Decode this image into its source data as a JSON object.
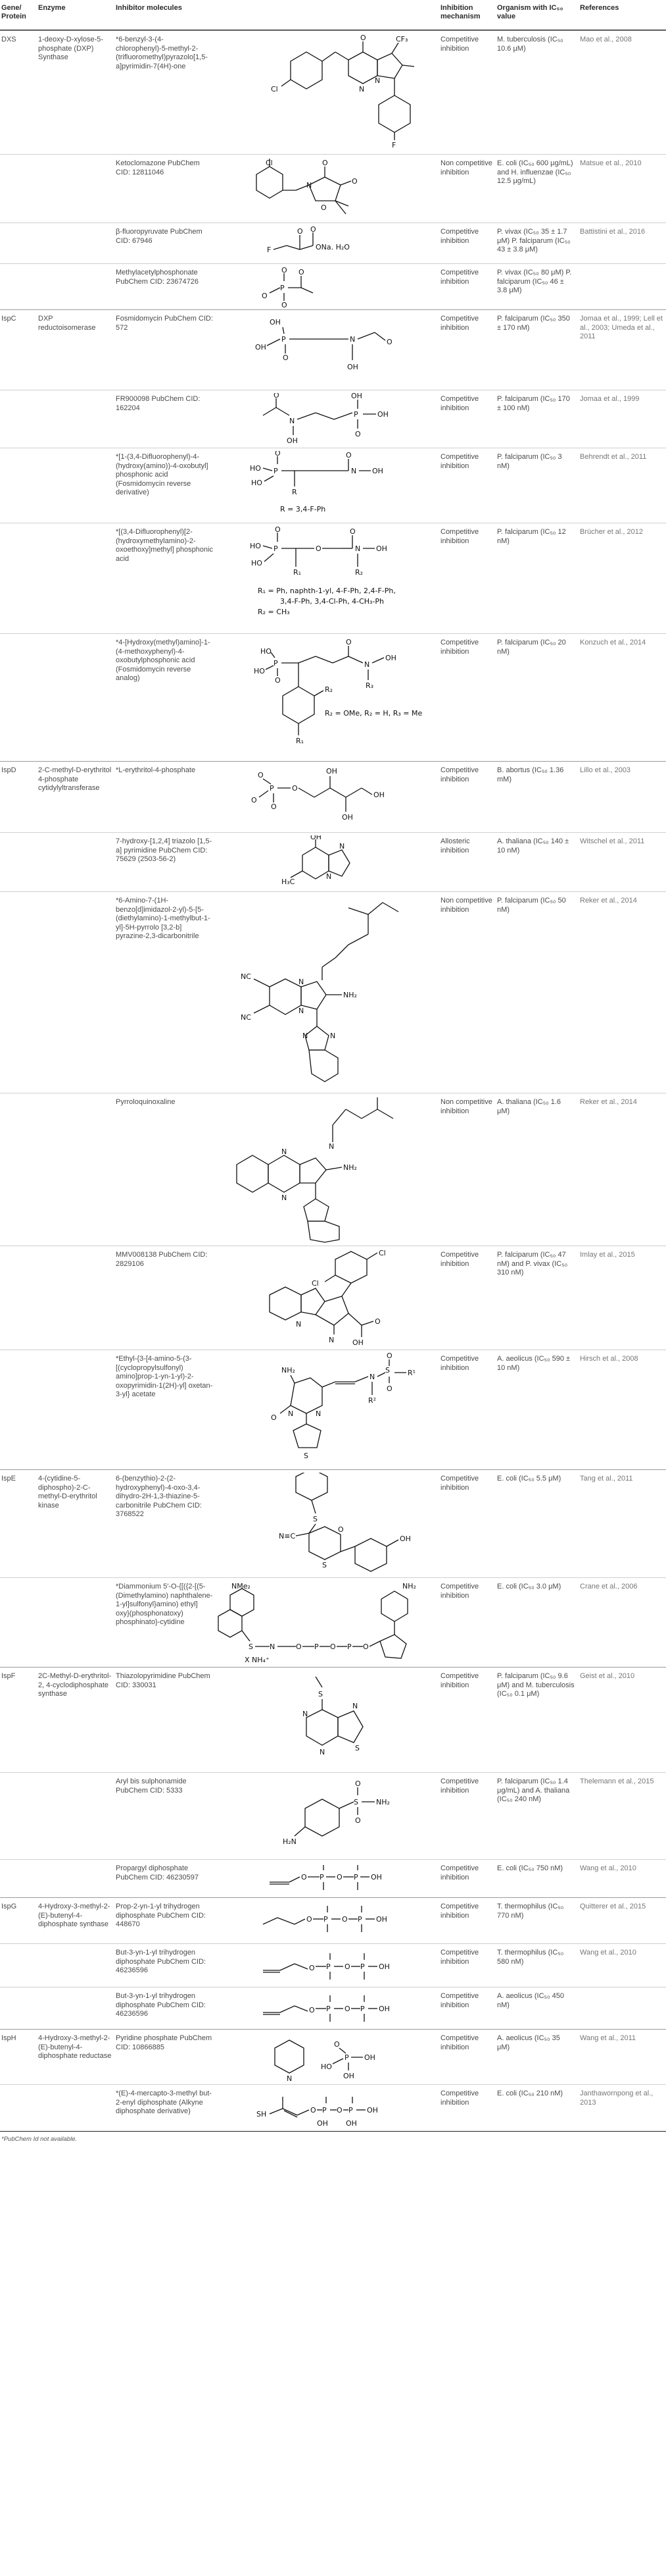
{
  "headers": {
    "gene": "Gene/ Protein",
    "enzyme": "Enzyme",
    "inhibitor": "Inhibitor molecules",
    "mechanism": "Inhibition mechanism",
    "organism": "Organism with IC₅₀ value",
    "references": "References"
  },
  "rows": [
    {
      "gene": "DXS",
      "enzyme": "1-deoxy-D-xylose-5-phosphate (DXP) Synthase",
      "inhibitor": "*6-benzyl-3-(4-chlorophenyl)-5-methyl-2-(trifluoromethyl)pyrazolo[1,5-a]pyrimidin-7(4H)-one",
      "mechanism": "Competitive inhibition",
      "organism": "M. tuberculosis (IC₅₀ 10.6 μM)",
      "reference": "Mao et al., 2008"
    },
    {
      "gene": "",
      "enzyme": "",
      "inhibitor": "Ketoclomazone PubChem CID: 12811046",
      "mechanism": "Non competitive inhibition",
      "organism": "E. coli (IC₅₀ 600 μg/mL) and H. influenzae (IC₅₀ 12.5 μg/mL)",
      "reference": "Matsue et al., 2010"
    },
    {
      "gene": "",
      "enzyme": "",
      "inhibitor": "β-fluoropyruvate PubChem CID: 67946",
      "mechanism": "Competitive inhibition",
      "organism": "P. vivax (IC₅₀ 35 ± 1.7 μM) P. falciparum (IC₅₀ 43 ± 3.8 μM)",
      "reference": "Battistini et al., 2016"
    },
    {
      "gene": "",
      "enzyme": "",
      "inhibitor": "Methylacetylphosphonate PubChem CID: 23674726",
      "mechanism": "Competitive inhibition",
      "organism": "P. vivax (IC₅₀ 80 μM) P. falciparum (IC₅₀ 46 ± 3.8 μM)",
      "reference": ""
    },
    {
      "gene": "IspC",
      "enzyme": "DXP reductoisomerase",
      "inhibitor": "Fosmidomycin PubChem CID: 572",
      "mechanism": "Competitive inhibition",
      "organism": "P. falciparum (IC₅₀ 350 ± 170 nM)",
      "reference": "Jomaa et al., 1999; Lell et al., 2003; Umeda et al., 2011"
    },
    {
      "gene": "",
      "enzyme": "",
      "inhibitor": "FR900098 PubChem CID: 162204",
      "mechanism": "Competitive inhibition",
      "organism": "P. falciparum (IC₅₀ 170 ± 100 nM)",
      "reference": "Jomaa et al., 1999"
    },
    {
      "gene": "",
      "enzyme": "",
      "inhibitor": "*[1-(3,4-Difluorophenyl)-4-(hydroxy(amino))-4-oxobutyl] phosphonic acid (Fosmidomycin reverse derivative)",
      "mechanism": "Competitive inhibition",
      "organism": "P. falciparum (IC₅₀ 3 nM)",
      "reference": "Behrendt et al., 2011"
    },
    {
      "gene": "",
      "enzyme": "",
      "inhibitor": "*[(3,4-Difluorophenyl)[2-(hydroxymethylamino)-2-oxoethoxy]methyl] phosphonic acid",
      "mechanism": "Competitive inhibition",
      "organism": "P. falciparum (IC₅₀ 12 nM)",
      "reference": "Brücher et al., 2012"
    },
    {
      "gene": "",
      "enzyme": "",
      "inhibitor": "*4-[Hydroxy(methyl)amino]-1-(4-methoxyphenyl)-4-oxobutylphosphonic acid (Fosmidomycin reverse analog)",
      "mechanism": "Competitive inhibition",
      "organism": "P. falciparum (IC₅₀ 20 nM)",
      "reference": "Konzuch et al., 2014"
    },
    {
      "gene": "IspD",
      "enzyme": "2-C-methyl-D-erythritol 4-phosphate cytidylyltransferase",
      "inhibitor": "*L-erythritol-4-phosphate",
      "mechanism": "Competitive inhibition",
      "organism": "B. abortus (IC₅₀ 1.36 mM)",
      "reference": "Lillo et al., 2003"
    },
    {
      "gene": "",
      "enzyme": "",
      "inhibitor": "7-hydroxy-[1,2,4] triazolo [1,5-a] pyrimidine PubChem CID: 75629 (2503-56-2)",
      "mechanism": "Allosteric inhibition",
      "organism": "A. thaliana (IC₅₀ 140 ± 10 nM)",
      "reference": "Witschel et al., 2011"
    },
    {
      "gene": "",
      "enzyme": "",
      "inhibitor": "*6-Amino-7-(1H-benzo[d]imidazol-2-yl)-5-[5-(diethylamino)-1-methylbut-1-yl]-5H-pyrrolo [3,2-b] pyrazine-2,3-dicarbonitrile",
      "mechanism": "Non competitive inhibition",
      "organism": "P. falciparum (IC₅₀ 50 nM)",
      "reference": "Reker et al., 2014"
    },
    {
      "gene": "",
      "enzyme": "",
      "inhibitor": "Pyrroloquinoxaline",
      "mechanism": "Non competitive inhibition",
      "organism": "A. thaliana (IC₅₀ 1.6 μM)",
      "reference": "Reker et al., 2014"
    },
    {
      "gene": "",
      "enzyme": "",
      "inhibitor": "MMV008138 PubChem CID: 2829106",
      "mechanism": "Competitive inhibition",
      "organism": "P. falciparum (IC₅₀ 47 nM) and P. vivax (IC₅₀ 310 nM)",
      "reference": "Imlay et al., 2015"
    },
    {
      "gene": "",
      "enzyme": "",
      "inhibitor": "*Ethyl-{3-[4-amino-5-(3-[(cyclopropylsulfonyl) amino]prop-1-yn-1-yl)-2-oxopyrimidin-1(2H)-yl] oxetan-3-yl} acetate",
      "mechanism": "Competitive inhibition",
      "organism": "A. aeolicus (IC₅₀ 590 ± 10 nM)",
      "reference": "Hirsch et al., 2008"
    },
    {
      "gene": "IspE",
      "enzyme": "4-(cytidine-5-diphospho)-2-C-methyl-D-erythritol kinase",
      "inhibitor": "6-(benzythio)-2-(2-hydroxyphenyl)-4-oxo-3,4-dihydro-2H-1,3-thiazine-5-carbonitrile PubChem CID: 3768522",
      "mechanism": "Competitive inhibition",
      "organism": "E. coli (IC₅₀ 5.5 μM)",
      "reference": "Tang et al., 2011"
    },
    {
      "gene": "",
      "enzyme": "",
      "inhibitor": "*Diammonium 5′-O-{[({2-[(5-(Dimethylamino) naphthalene-1-yl]sulfonyl}amino) ethyl] oxy}(phosphonatoxy) phosphinato}-cytidine",
      "mechanism": "Competitive inhibition",
      "organism": "E. coli (IC₅₀ 3.0 μM)",
      "reference": "Crane et al., 2006"
    },
    {
      "gene": "IspF",
      "enzyme": "2C-Methyl-D-erythritol-2, 4-cyclodiphosphate synthase",
      "inhibitor": "Thiazolopyrimidine PubChem CID: 330031",
      "mechanism": "Competitive inhibition",
      "organism": "P. falciparum (IC₅₀ 9.6 μM) and M. tuberculosis (IC₅₀ 0.1 μM)",
      "reference": "Geist et al., 2010"
    },
    {
      "gene": "",
      "enzyme": "",
      "inhibitor": "Aryl bis sulphonamide PubChem CID: 5333",
      "mechanism": "Competitive inhibition",
      "organism": "P. falciparum (IC₅₀ 1.4 μg/mL) and A. thaliana (IC₅₀ 240 nM)",
      "reference": "Thelemann et al., 2015"
    },
    {
      "gene": "",
      "enzyme": "",
      "inhibitor": "Propargyl diphosphate PubChem CID: 46230597",
      "mechanism": "Competitive inhibition",
      "organism": "E. coli (IC₅₀ 750 nM)",
      "reference": "Wang et al., 2010"
    },
    {
      "gene": "IspG",
      "enzyme": "4-Hydroxy-3-methyl-2-(E)-butenyl-4-diphosphate synthase",
      "inhibitor": "Prop-2-yn-1-yl trihydrogen diphosphate PubChem CID: 448670",
      "mechanism": "Competitive inhibition",
      "organism": "T. thermophilus (IC₅₀ 770 nM)",
      "reference": "Quitterer et al., 2015"
    },
    {
      "gene": "",
      "enzyme": "",
      "inhibitor": "But-3-yn-1-yl trihydrogen diphosphate PubChem CID: 46236596",
      "mechanism": "Competitive inhibition",
      "organism": "T. thermophilus (IC₅₀ 580 nM)",
      "reference": "Wang et al., 2010"
    },
    {
      "gene": "",
      "enzyme": "",
      "inhibitor": "But-3-yn-1-yl trihydrogen diphosphate PubChem CID: 46236596",
      "mechanism": "Competitive inhibition",
      "organism": "A. aeolicus (IC₅₀ 450 nM)",
      "reference": ""
    },
    {
      "gene": "IspH",
      "enzyme": "4-Hydroxy-3-methyl-2-(E)-butenyl-4-diphosphate reductase",
      "inhibitor": "Pyridine phosphate PubChem CID: 10866885",
      "mechanism": "Competitive inhibition",
      "organism": "A. aeolicus (IC₅₀ 35 μM)",
      "reference": "Wang et al., 2011"
    },
    {
      "gene": "",
      "enzyme": "",
      "inhibitor": "*(E)-4-mercapto-3-methyl but-2-enyl diphosphate (Alkyne diphosphate derivative)",
      "mechanism": "Competitive inhibition",
      "organism": "E. coli (IC₅₀ 210 nM)",
      "reference": "Janthawornpong et al., 2013"
    }
  ],
  "structure_labels": {
    "r_34f": "R = 3,4-F-Ph",
    "r1r2_line1": "R₁ = Ph, naphth-1-yl, 4-F-Ph, 2,4-F-Ph,",
    "r1r2_line2": "3,4-F-Ph, 3,4-Cl-Ph, 4-CH₃-Ph",
    "r2_ch3": "R₂ = CH₃",
    "r_ome": "R₂ = OMe, R₂ = H, R₃ = Me",
    "na_h2o": "ONa. H₂O",
    "nh2": "NH₂",
    "oh": "OH",
    "sh": "SH"
  },
  "footnote": "*PubChem Id not available."
}
